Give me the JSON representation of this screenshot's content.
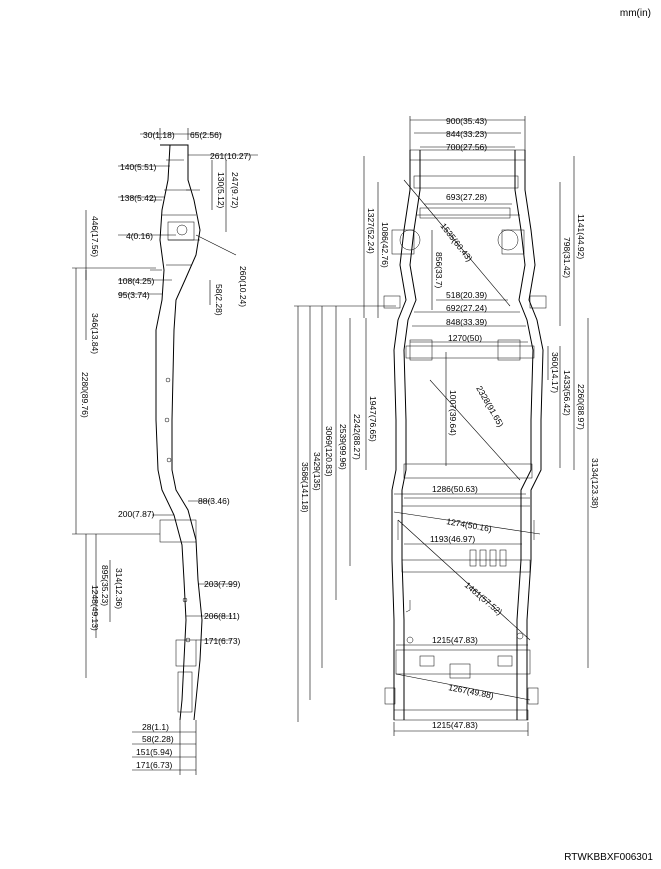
{
  "header": {
    "unit": "mm(in)"
  },
  "footer": {
    "code": "RTWKBBXF006301"
  },
  "side_dims": [
    "30(1.18)",
    "65(2.56)",
    "261(10.27)",
    "140(5.51)",
    "130(5.12)",
    "247(9.72)",
    "138(5.42)",
    "446(17.56)",
    "4(0.16)",
    "260(10.24)",
    "108(4.25)",
    "58(2.28)",
    "95(3.74)",
    "346(13.84)",
    "2280(89.76)",
    "88(3.46)",
    "200(7.87)",
    "895(35.23)",
    "314(12.36)",
    "203(7.99)",
    "1248(49.13)",
    "206(8.11)",
    "171(6.73)",
    "28(1.1)",
    "58(2.28)",
    "151(5.94)",
    "171(6.73)"
  ],
  "top_dims": [
    "900(35.43)",
    "844(33.23)",
    "700(27.56)",
    "693(27.28)",
    "1327(52.24)",
    "1086(42.76)",
    "1535(60.43)",
    "856(33.7)",
    "798(31.42)",
    "1141(44.92)",
    "518(20.39)",
    "692(27.24)",
    "848(33.39)",
    "1270(50)",
    "360(14.17)",
    "1433(56.42)",
    "2328(91.65)",
    "1007(39.64)",
    "1947(76.65)",
    "2242(88.27)",
    "2539(99.96)",
    "3069(120.83)",
    "3429(135)",
    "3586(141.18)",
    "2260(88.97)",
    "3134(123.38)",
    "1286(50.63)",
    "1274(50.16)",
    "1193(46.97)",
    "1461(57.52)",
    "1215(47.83)",
    "1267(49.88)",
    "1215(47.83)"
  ]
}
